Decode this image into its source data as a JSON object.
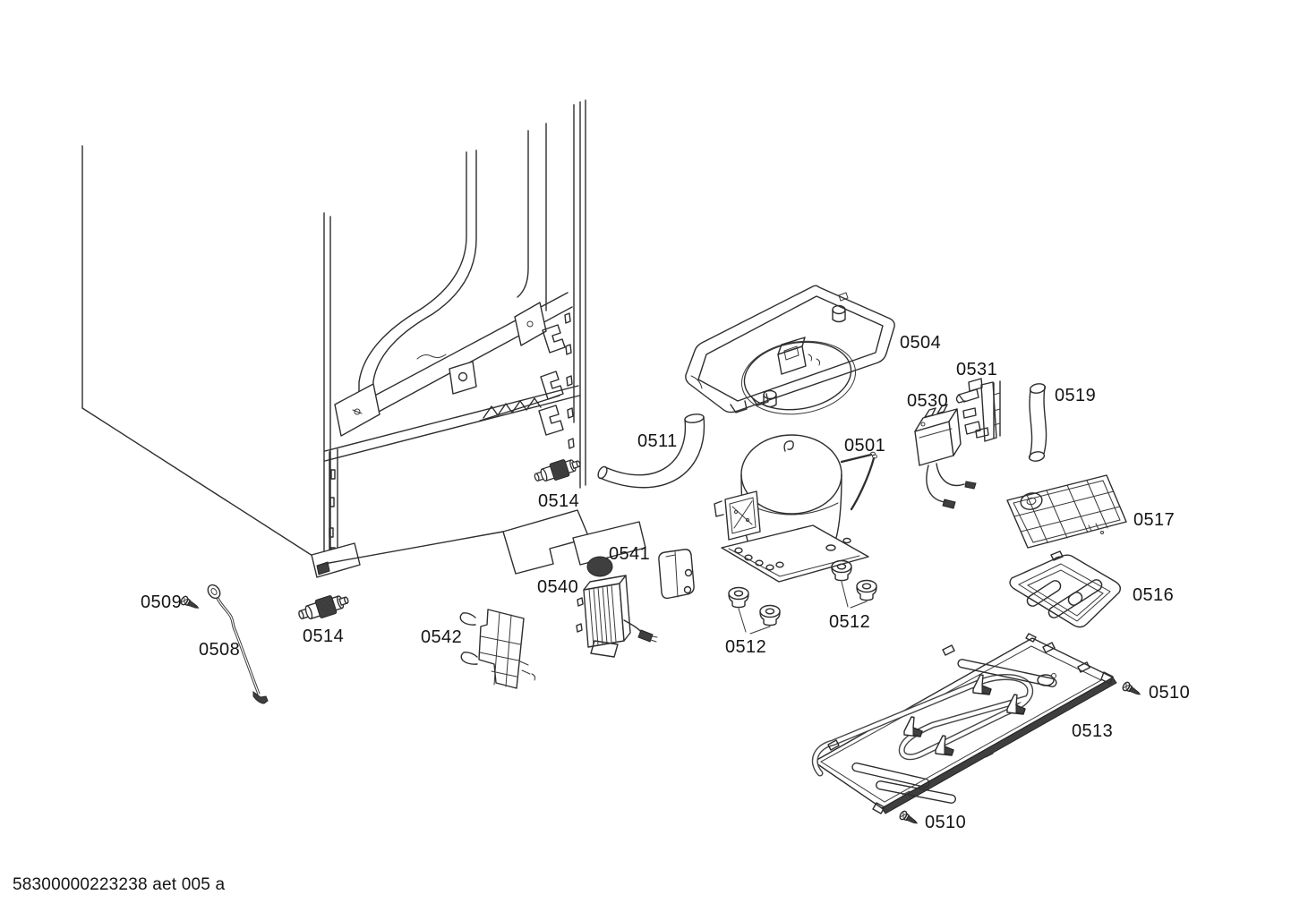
{
  "document": {
    "code": "58300000223238 aet 005 a"
  },
  "colors": {
    "background": "#ffffff",
    "line": "#2e2e2e",
    "text": "#141414"
  },
  "parts": [
    {
      "label": "0504",
      "name": "evaporation-tray"
    },
    {
      "label": "0531",
      "name": "relay-bracket"
    },
    {
      "label": "0530",
      "name": "starter-relay"
    },
    {
      "label": "0519",
      "name": "drain-hose"
    },
    {
      "label": "0501",
      "name": "compressor"
    },
    {
      "label": "0511",
      "name": "connection-hose"
    },
    {
      "label": "0514",
      "name": "filter-dryer"
    },
    {
      "label": "0517",
      "name": "grid-cover"
    },
    {
      "label": "0541",
      "name": "cover"
    },
    {
      "label": "0540",
      "name": "electronic-module"
    },
    {
      "label": "0516",
      "name": "drip-tray"
    },
    {
      "label": "0542",
      "name": "mounting-plate"
    },
    {
      "label": "0512",
      "name": "damper-grommets"
    },
    {
      "label": "0512",
      "name": "damper-grommets"
    },
    {
      "label": "0509",
      "name": "screw"
    },
    {
      "label": "0508",
      "name": "tube"
    },
    {
      "label": "0514",
      "name": "filter-dryer"
    },
    {
      "label": "0510",
      "name": "screw"
    },
    {
      "label": "0513",
      "name": "base-panel"
    },
    {
      "label": "0510",
      "name": "screw"
    }
  ]
}
